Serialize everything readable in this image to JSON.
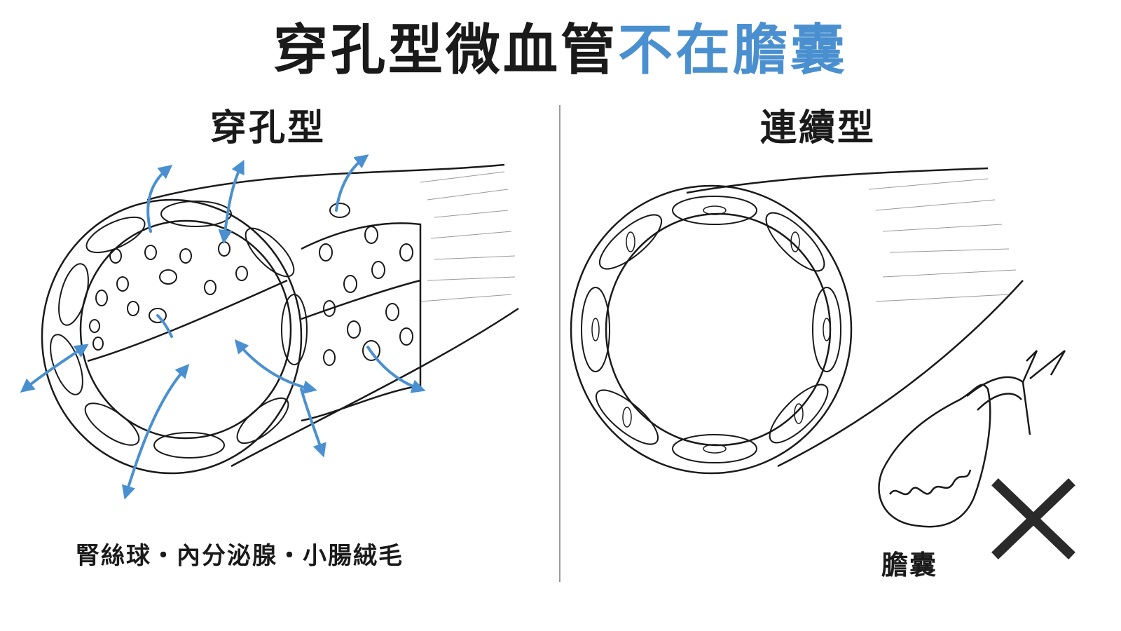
{
  "title": {
    "main": "穿孔型微血管",
    "accent": "不在膽囊"
  },
  "left_panel": {
    "heading": "穿孔型",
    "caption": "腎絲球・內分泌腺・小腸絨毛"
  },
  "right_panel": {
    "heading": "連續型",
    "organ_label": "膽囊"
  },
  "colors": {
    "accent": "#4a90d0",
    "ink": "#1a1a1a",
    "divider": "#9a9a9a"
  },
  "icons": {
    "cross": "x-mark-icon"
  }
}
